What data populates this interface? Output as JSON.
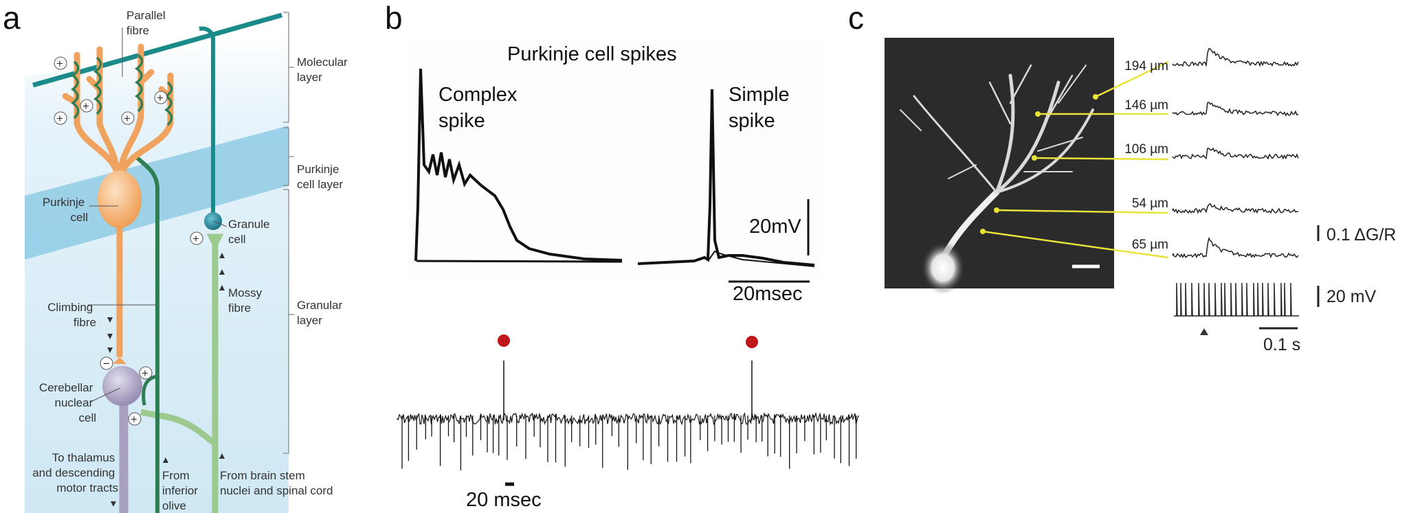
{
  "panel_a": {
    "letter": "a",
    "labels": {
      "parallel_fibre": [
        "Parallel",
        "fibre"
      ],
      "molecular_layer": [
        "Molecular",
        "layer"
      ],
      "purkinje_layer": [
        "Purkinje",
        "cell layer"
      ],
      "granular_layer": [
        "Granular",
        "layer"
      ],
      "purkinje_cell": [
        "Purkinje",
        "cell"
      ],
      "granule_cell": [
        "Granule",
        "cell"
      ],
      "mossy_fibre": [
        "Mossy",
        "fibre"
      ],
      "climbing_fibre": [
        "Climbing",
        "fibre"
      ],
      "nuclear_cell": [
        "Cerebellar",
        "nuclear",
        "cell"
      ],
      "to_thalamus": [
        "To thalamus",
        "and descending",
        "motor tracts"
      ],
      "from_olive": [
        "From",
        "inferior",
        "olive"
      ],
      "from_brainstem": [
        "From brain stem",
        "nuclei and spinal cord"
      ]
    },
    "plus": "+",
    "minus": "−",
    "colors": {
      "purkinje": "#f0a35e",
      "climbing": "#2f7d53",
      "parallel": "#1a8a8a",
      "mossy": "#9cc98e",
      "nuclear": "#a9a0bf",
      "band": "#8fcbe5"
    }
  },
  "panel_b": {
    "letter": "b",
    "title": "Purkinje cell spikes",
    "complex": [
      "Complex",
      "spike"
    ],
    "simple": [
      "Simple",
      "spike"
    ],
    "scale_v": "20mV",
    "scale_t": "20msec",
    "raster_scale": "20 msec",
    "marker_color": "#c0171b"
  },
  "panel_c": {
    "letter": "c",
    "depths": [
      "194 µm",
      "146 µm",
      "106 µm",
      "54 µm",
      "65 µm"
    ],
    "scale_fluor": "0.1 ΔG/R",
    "scale_v": "20 mV",
    "scale_t": "0.1 s",
    "line_color": "#e8e337"
  }
}
